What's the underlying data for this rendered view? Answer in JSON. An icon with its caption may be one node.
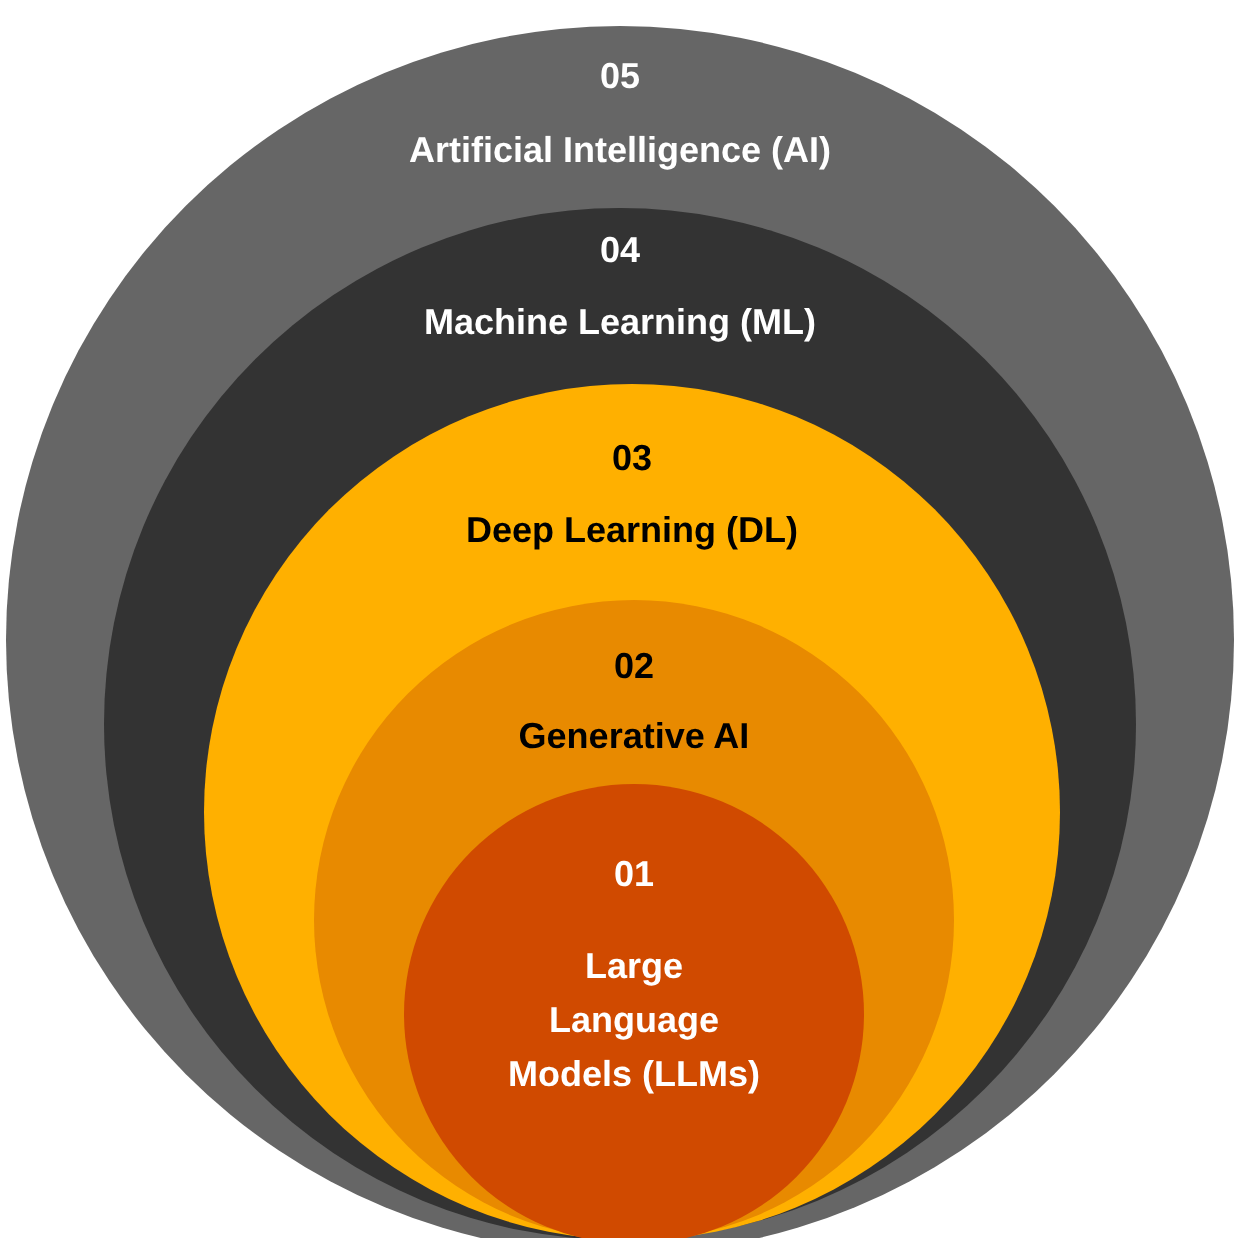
{
  "diagram": {
    "nodes": [
      {
        "text": [
          "05",
          "Artificial Intelligence (AI)"
        ]
      },
      {
        "text": [
          "04",
          "Machine Learning (ML)"
        ],
        "in": 0
      },
      {
        "text": [
          "03",
          "Deep Learning (DL)"
        ],
        "in": 1
      },
      {
        "text": [
          "02",
          "Generative AI"
        ],
        "in": 2
      },
      {
        "text": [
          "01",
          "Large Language Models (LLMs)"
        ],
        "in": 3
      }
    ]
  }
}
